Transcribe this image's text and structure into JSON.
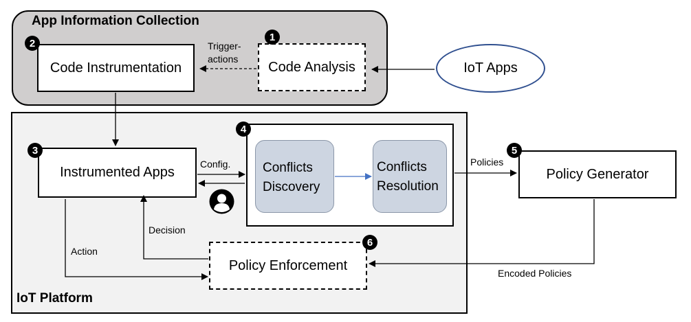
{
  "groups": {
    "collection_title": "App Information Collection",
    "platform_title": "IoT Platform"
  },
  "nodes": {
    "code_instrumentation": "Code Instrumentation",
    "code_analysis": "Code Analysis",
    "iot_apps": "IoT Apps",
    "instrumented_apps": "Instrumented Apps",
    "conflicts_discovery": [
      "Conflicts",
      "Discovery"
    ],
    "conflicts_resolution": [
      "Conflicts",
      "Resolution"
    ],
    "policy_generator": "Policy Generator",
    "policy_enforcement": "Policy Enforcement"
  },
  "edge_labels": {
    "trigger_actions": [
      "Trigger-",
      "actions"
    ],
    "config": "Config.",
    "policies": "Policies",
    "decision": "Decision",
    "action": "Action",
    "encoded_policies": "Encoded Policies"
  },
  "badges": [
    "1",
    "2",
    "3",
    "4",
    "5",
    "6"
  ],
  "icons": {
    "user": "user-icon"
  },
  "colors": {
    "collection_bg": "#d0cece",
    "platform_bg": "#f2f2f2",
    "conflict_box_fill": "#cdd5e1",
    "iot_apps_border": "#2f4f8f",
    "discovery_to_resolution_arrow": "#4472c4"
  }
}
